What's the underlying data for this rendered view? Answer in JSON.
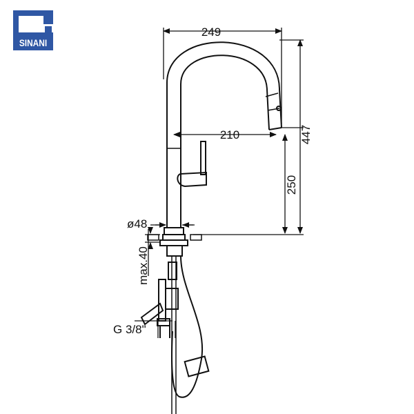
{
  "logo": {
    "text": "SINANI",
    "color": "#2f57a4"
  },
  "dimensions": {
    "overall_reach": "249",
    "spout_reach": "210",
    "spout_height": "250",
    "total_height": "447",
    "base_diameter": "ø48",
    "deck_thickness": "max.40",
    "connection": "G 3/8\""
  }
}
